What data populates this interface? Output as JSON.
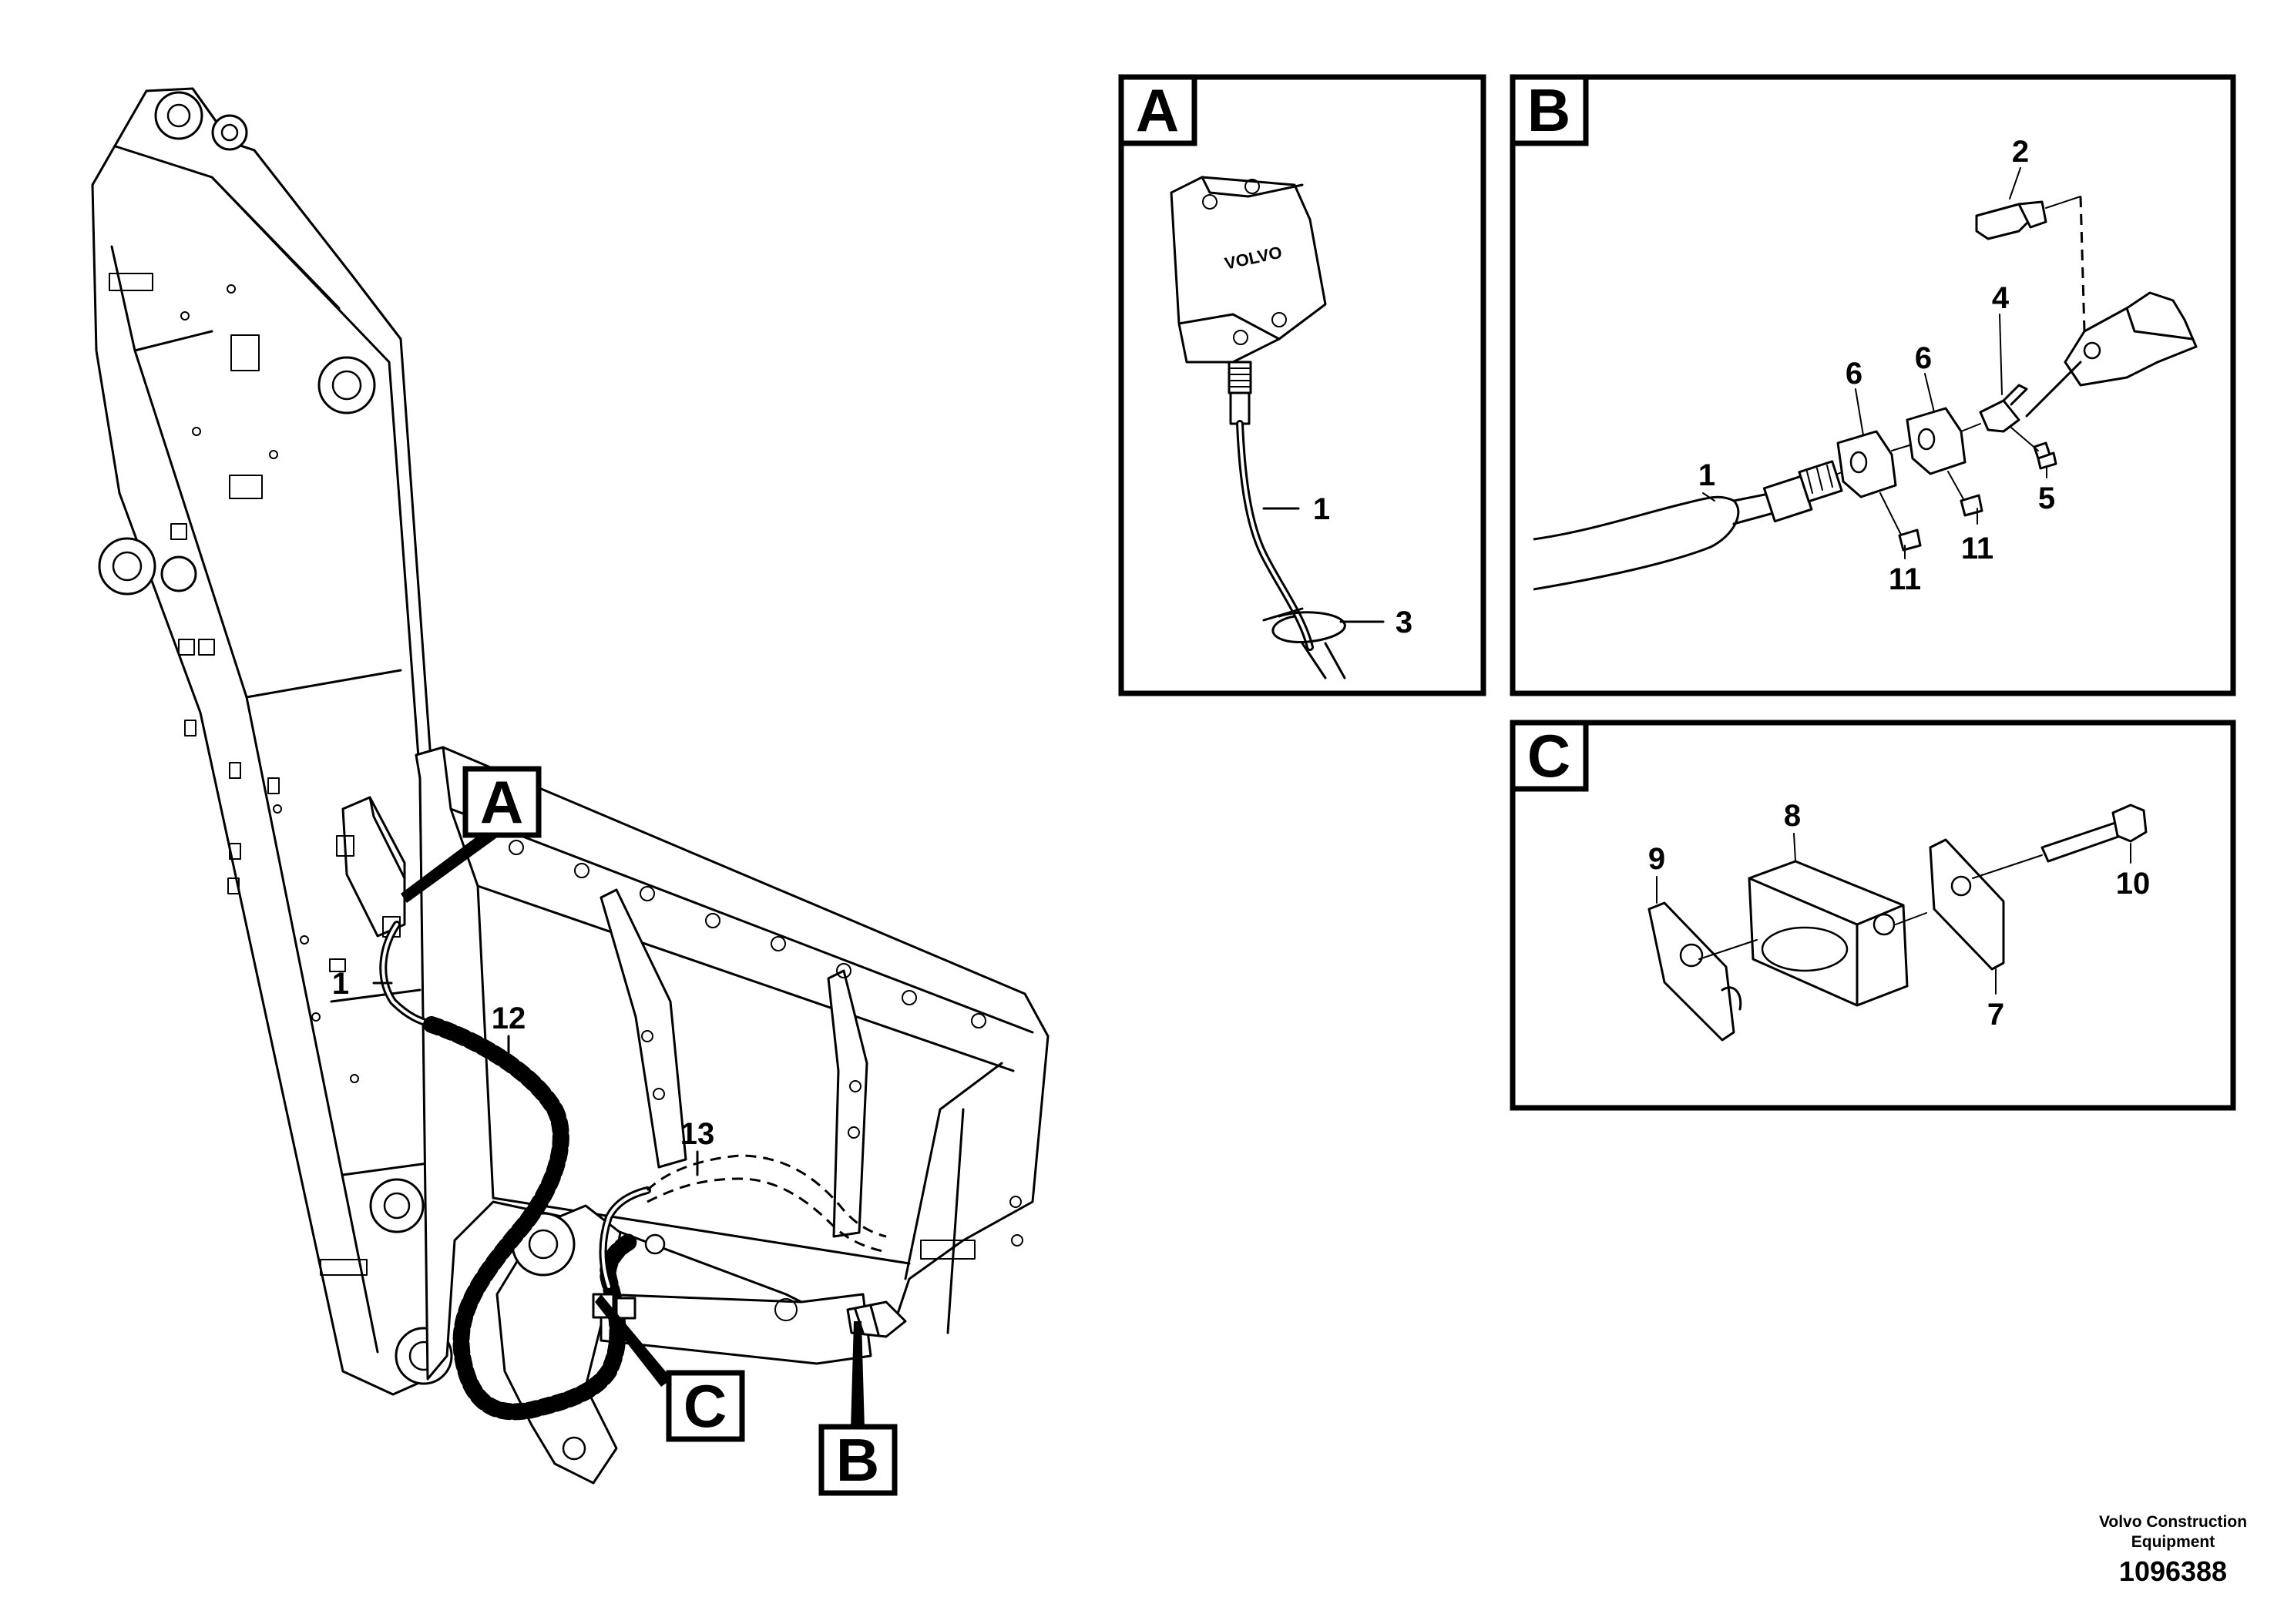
{
  "figure": {
    "credit_line1": "Volvo Construction",
    "credit_line2": "Equipment",
    "document_number": "1096388"
  },
  "detail_views": [
    {
      "id": "A",
      "letter": "A"
    },
    {
      "id": "B",
      "letter": "B"
    },
    {
      "id": "C",
      "letter": "C"
    }
  ],
  "overview_callouts": {
    "tag_A": "A",
    "tag_B": "B",
    "tag_C": "C",
    "item_1": "1",
    "item_12": "12",
    "item_13": "13"
  },
  "detail_A_callouts": {
    "item_1": "1",
    "item_3": "3",
    "logo_text": "VOLVO"
  },
  "detail_B_callouts": {
    "item_1": "1",
    "item_2": "2",
    "item_4": "4",
    "item_5": "5",
    "item_6a": "6",
    "item_6b": "6",
    "item_11a": "11",
    "item_11b": "11"
  },
  "detail_C_callouts": {
    "item_7": "7",
    "item_8": "8",
    "item_9": "9",
    "item_10": "10"
  }
}
